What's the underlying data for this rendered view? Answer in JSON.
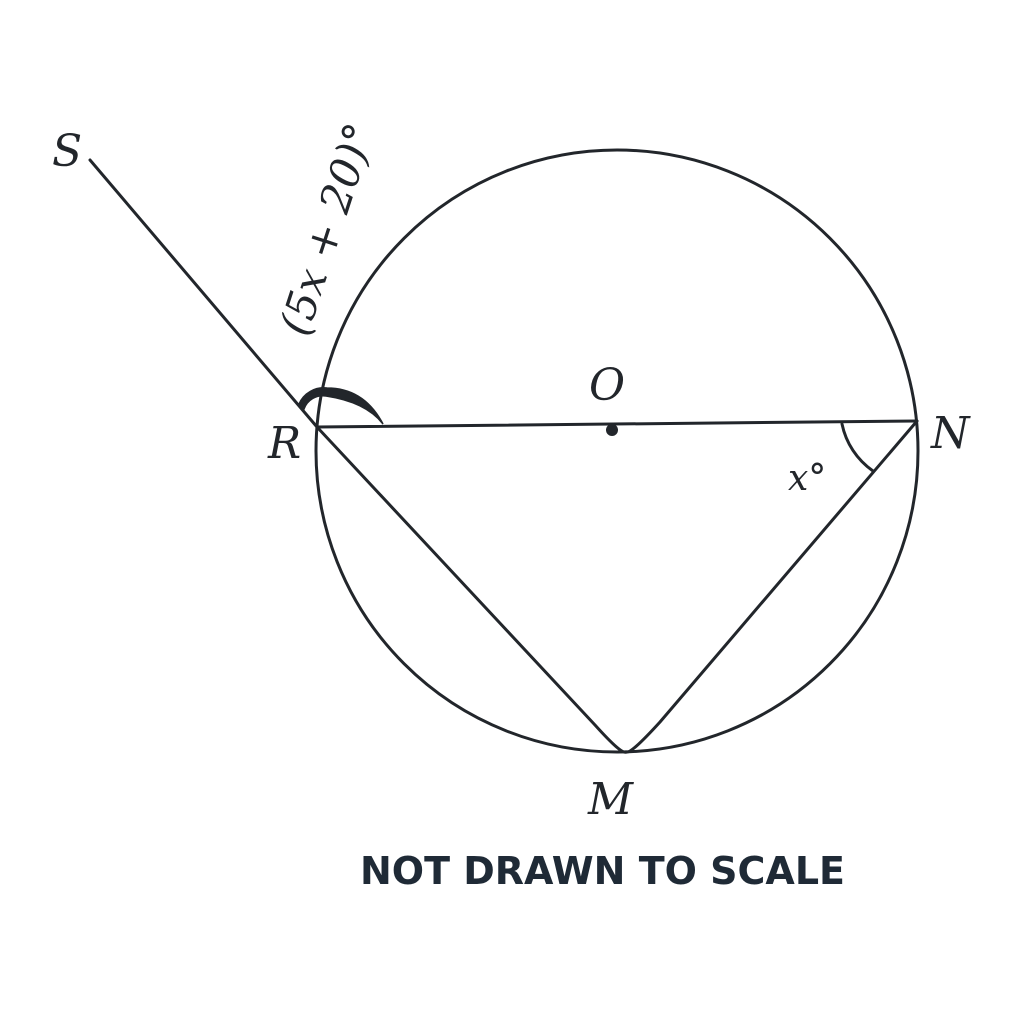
{
  "labels": {
    "S": "S",
    "O": "O",
    "R": "R",
    "N": "N",
    "M": "M"
  },
  "angles": {
    "exterior_at_R": "(5x + 20)°",
    "at_N": "x°"
  },
  "note": "NOT DRAWN TO SCALE",
  "colors": {
    "ink": "#22262b",
    "note": "#1f2a36",
    "background": "#ffffff"
  }
}
